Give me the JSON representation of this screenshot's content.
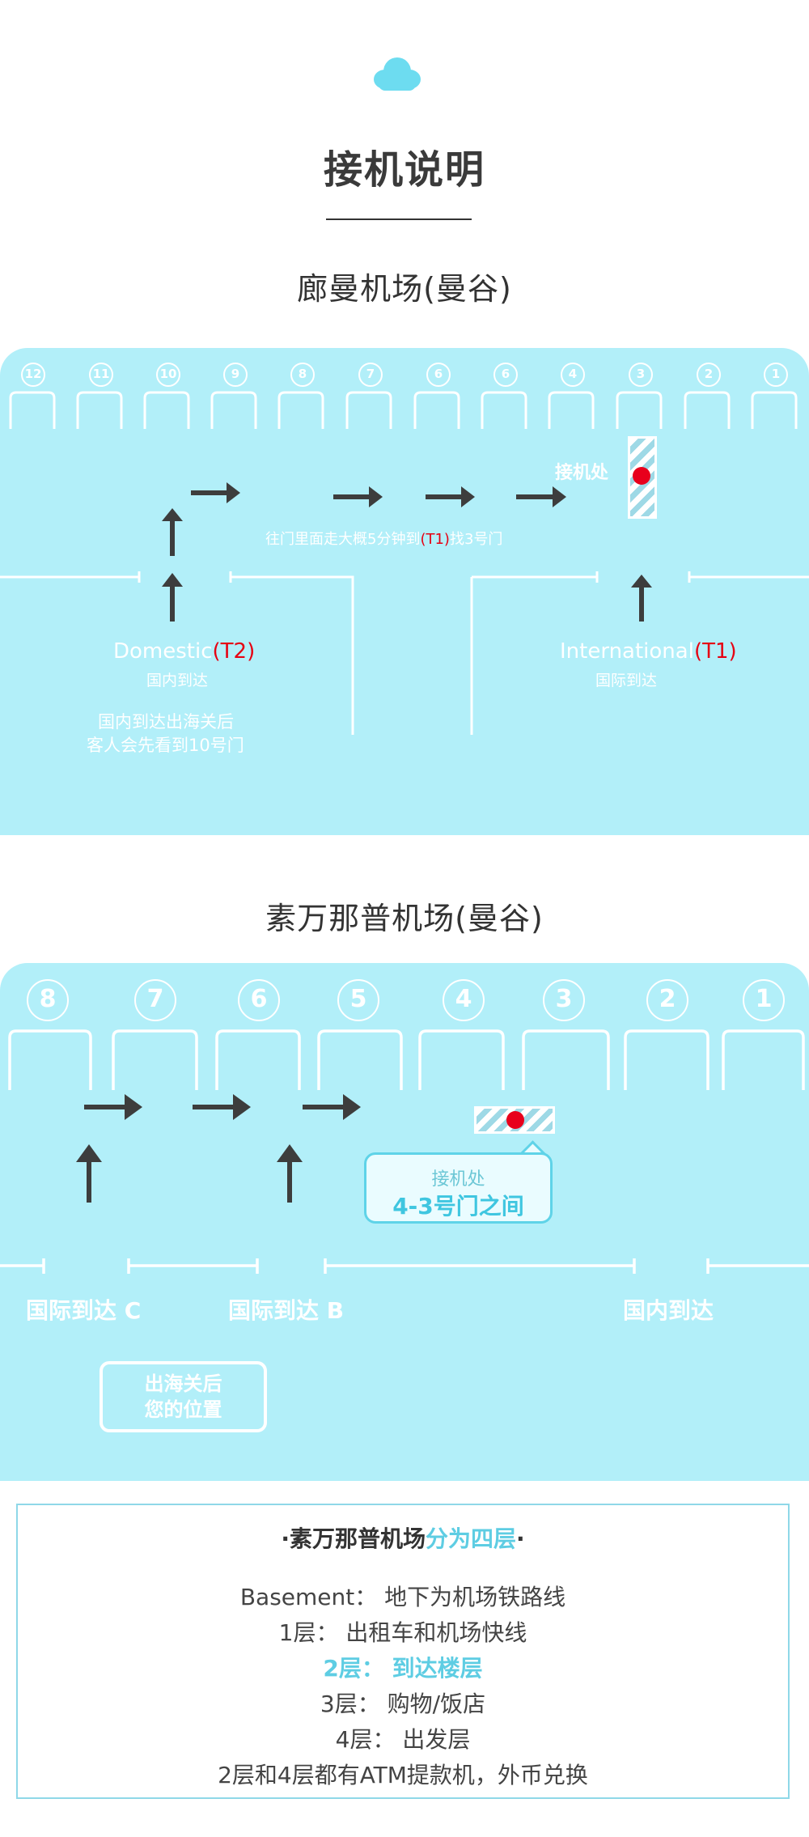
{
  "colors": {
    "panel_bg": "#b2eff9",
    "accent": "#5ecde3",
    "red": "#e60012",
    "arrow": "#3d3d3d"
  },
  "page_title": "接机说明",
  "section1": {
    "title": "廊曼机场(曼谷)",
    "gates": [
      "12",
      "11",
      "10",
      "9",
      "8",
      "7",
      "6",
      "6",
      "4",
      "3",
      "2",
      "1"
    ],
    "direction_note": {
      "before": "往门里面走大概5分钟到",
      "t1": "(T1)",
      "after": "找3号门"
    },
    "pickup_label": "接机处",
    "domestic": {
      "en": "Domestic",
      "code": "(T2)",
      "cn": "国内到达"
    },
    "international": {
      "en": "International",
      "code": "(T1)",
      "cn": "国际到达"
    },
    "domestic_note_1": "国内到达出海关后",
    "domestic_note_2": "客人会先看到10号门"
  },
  "section2": {
    "title": "素万那普机场(曼谷)",
    "gates": [
      "8",
      "7",
      "6",
      "5",
      "4",
      "3",
      "2",
      "1"
    ],
    "pickup_bubble": {
      "line1": "接机处",
      "line2": "4-3号门之间"
    },
    "intl_c": "国际到达 C",
    "intl_b": "国际到达 B",
    "domestic": "国内到达",
    "position_1": "出海关后",
    "position_2": "您的位置"
  },
  "info": {
    "title_dot_left": "·",
    "title_main": "素万那普机场",
    "title_accent": "分为四层",
    "title_dot_right": "·",
    "lines": [
      "Basement： 地下为机场铁路线",
      "1层： 出租车和机场快线",
      "2层： 到达楼层",
      "3层： 购物/饭店",
      "4层： 出发层",
      "2层和4层都有ATM提款机，外币兑换"
    ]
  }
}
